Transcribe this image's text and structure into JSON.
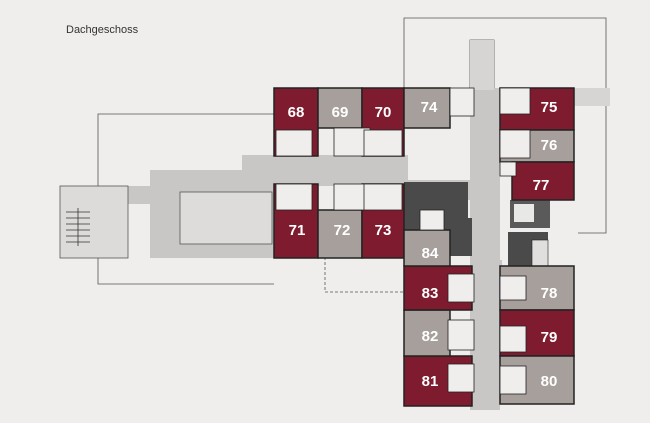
{
  "title": "Dachgeschoss",
  "colors": {
    "background": "#efeeec",
    "corridor": "#c8c7c5",
    "dark_room": "#7e1b2e",
    "light_room": "#a79f9c",
    "stair": "#4a4a4a",
    "wall": "#2a2a2a"
  },
  "rooms": [
    {
      "number": "68",
      "type": "dark"
    },
    {
      "number": "69",
      "type": "light"
    },
    {
      "number": "70",
      "type": "dark"
    },
    {
      "number": "71",
      "type": "dark"
    },
    {
      "number": "72",
      "type": "light"
    },
    {
      "number": "73",
      "type": "dark"
    },
    {
      "number": "74",
      "type": "light"
    },
    {
      "number": "75",
      "type": "dark"
    },
    {
      "number": "76",
      "type": "light"
    },
    {
      "number": "77",
      "type": "dark"
    },
    {
      "number": "78",
      "type": "light"
    },
    {
      "number": "79",
      "type": "dark"
    },
    {
      "number": "80",
      "type": "light"
    },
    {
      "number": "81",
      "type": "dark"
    },
    {
      "number": "82",
      "type": "light"
    },
    {
      "number": "83",
      "type": "dark"
    },
    {
      "number": "84",
      "type": "light"
    }
  ]
}
